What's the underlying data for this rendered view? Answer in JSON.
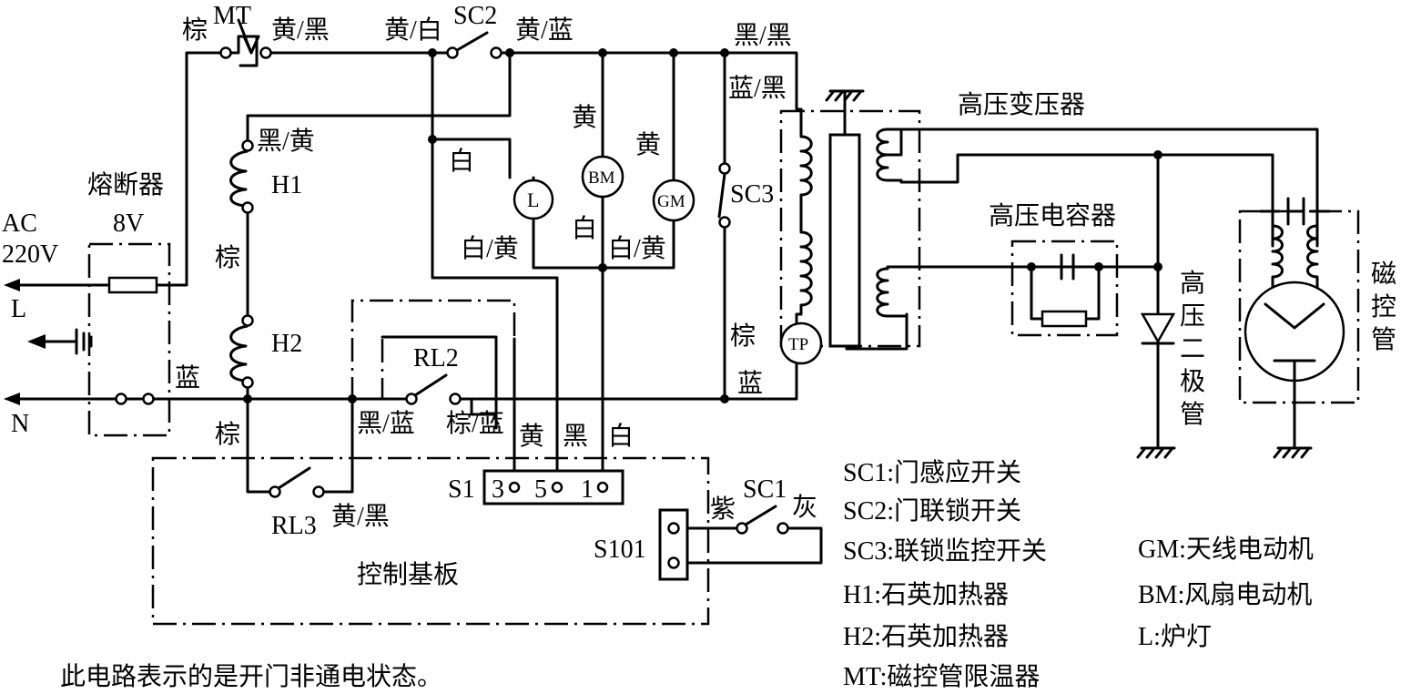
{
  "labels": {
    "mt": "MT",
    "zong_top": "棕",
    "yellow_black_top": "黄/黑",
    "yellow_white": "黄/白",
    "sc2": "SC2",
    "yellow_blue": "黄/蓝",
    "black_black": "黑/黑",
    "blue_black": "蓝/黑",
    "hv_transformer": "高压变压器",
    "black_yellow": "黑/黄",
    "fuse": "熔断器",
    "h1": "H1",
    "ac": "AC",
    "ac_voltage": "220V",
    "fuse_rating": "8V",
    "l": "L",
    "zong_mid": "棕",
    "h2": "H2",
    "blue_n": "蓝",
    "n": "N",
    "zong_low": "棕",
    "yellow_bm": "黄",
    "yellow_gm": "黄",
    "white_l": "白",
    "lamp": "L",
    "bm": "BM",
    "gm": "GM",
    "white_yellow_1": "白/黄",
    "white_mid": "白",
    "white_yellow_2": "白/黄",
    "sc3": "SC3",
    "tp": "TP",
    "zong_tp": "棕",
    "blue_tp": "蓝",
    "hv_capacitor": "高压电容器",
    "hv_diode": [
      "高",
      "压",
      "二",
      "极",
      "管"
    ],
    "magnetron": [
      "磁",
      "控",
      "管"
    ],
    "rl2": "RL2",
    "black_blue": "黑/蓝",
    "brown_blue": "棕/蓝",
    "s1_yellow": "黄",
    "s1_black": "黑",
    "s1_white": "白",
    "s1": "S1",
    "s1_t3": "3",
    "s1_t5": "5",
    "s1_t1": "1",
    "rl3": "RL3",
    "yellow_black_low": "黄/黑",
    "sc1": "SC1",
    "purple": "紫",
    "gray": "灰",
    "s101": "S101",
    "control_board": "控制基板"
  },
  "legend": [
    "SC1:门感应开关",
    "SC2:门联锁开关",
    "SC3:联锁监控开关",
    "H1:石英加热器",
    "H2:石英加热器",
    "MT:磁控管限温器",
    "GM:天线电动机",
    "BM:风扇电动机",
    "L:炉灯"
  ],
  "note": "此电路表示的是开门非通电状态。"
}
